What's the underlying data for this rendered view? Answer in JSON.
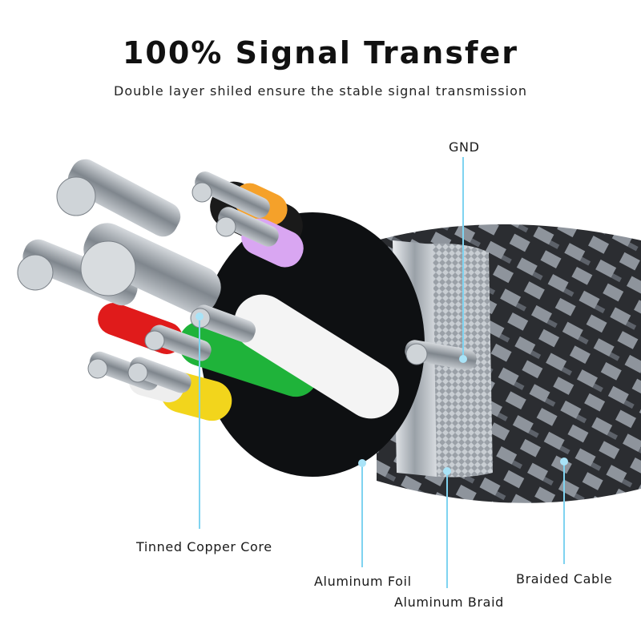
{
  "header": {
    "title": "100% Signal Transfer",
    "subtitle": "Double layer shiled ensure the stable signal transmission"
  },
  "callouts": {
    "gnd": "GND",
    "tinned_copper_core": "Tinned Copper Core",
    "aluminum_foil": "Aluminum Foil",
    "aluminum_braid": "Aluminum Braid",
    "braided_cable": "Braided Cable"
  },
  "colors": {
    "callout_line": "#7fd3f0",
    "callout_dot": "#a9e3f7",
    "braid_dark": "#2b2d31",
    "braid_light": "#8e949c",
    "wire_green": "#1fb33a",
    "wire_red": "#e01b1b",
    "wire_yellow": "#f2d51c",
    "wire_white": "#f4f4f4",
    "wire_orange": "#f5a12a",
    "wire_purple": "#d9a6f2",
    "wire_black": "#1a1a1a"
  }
}
